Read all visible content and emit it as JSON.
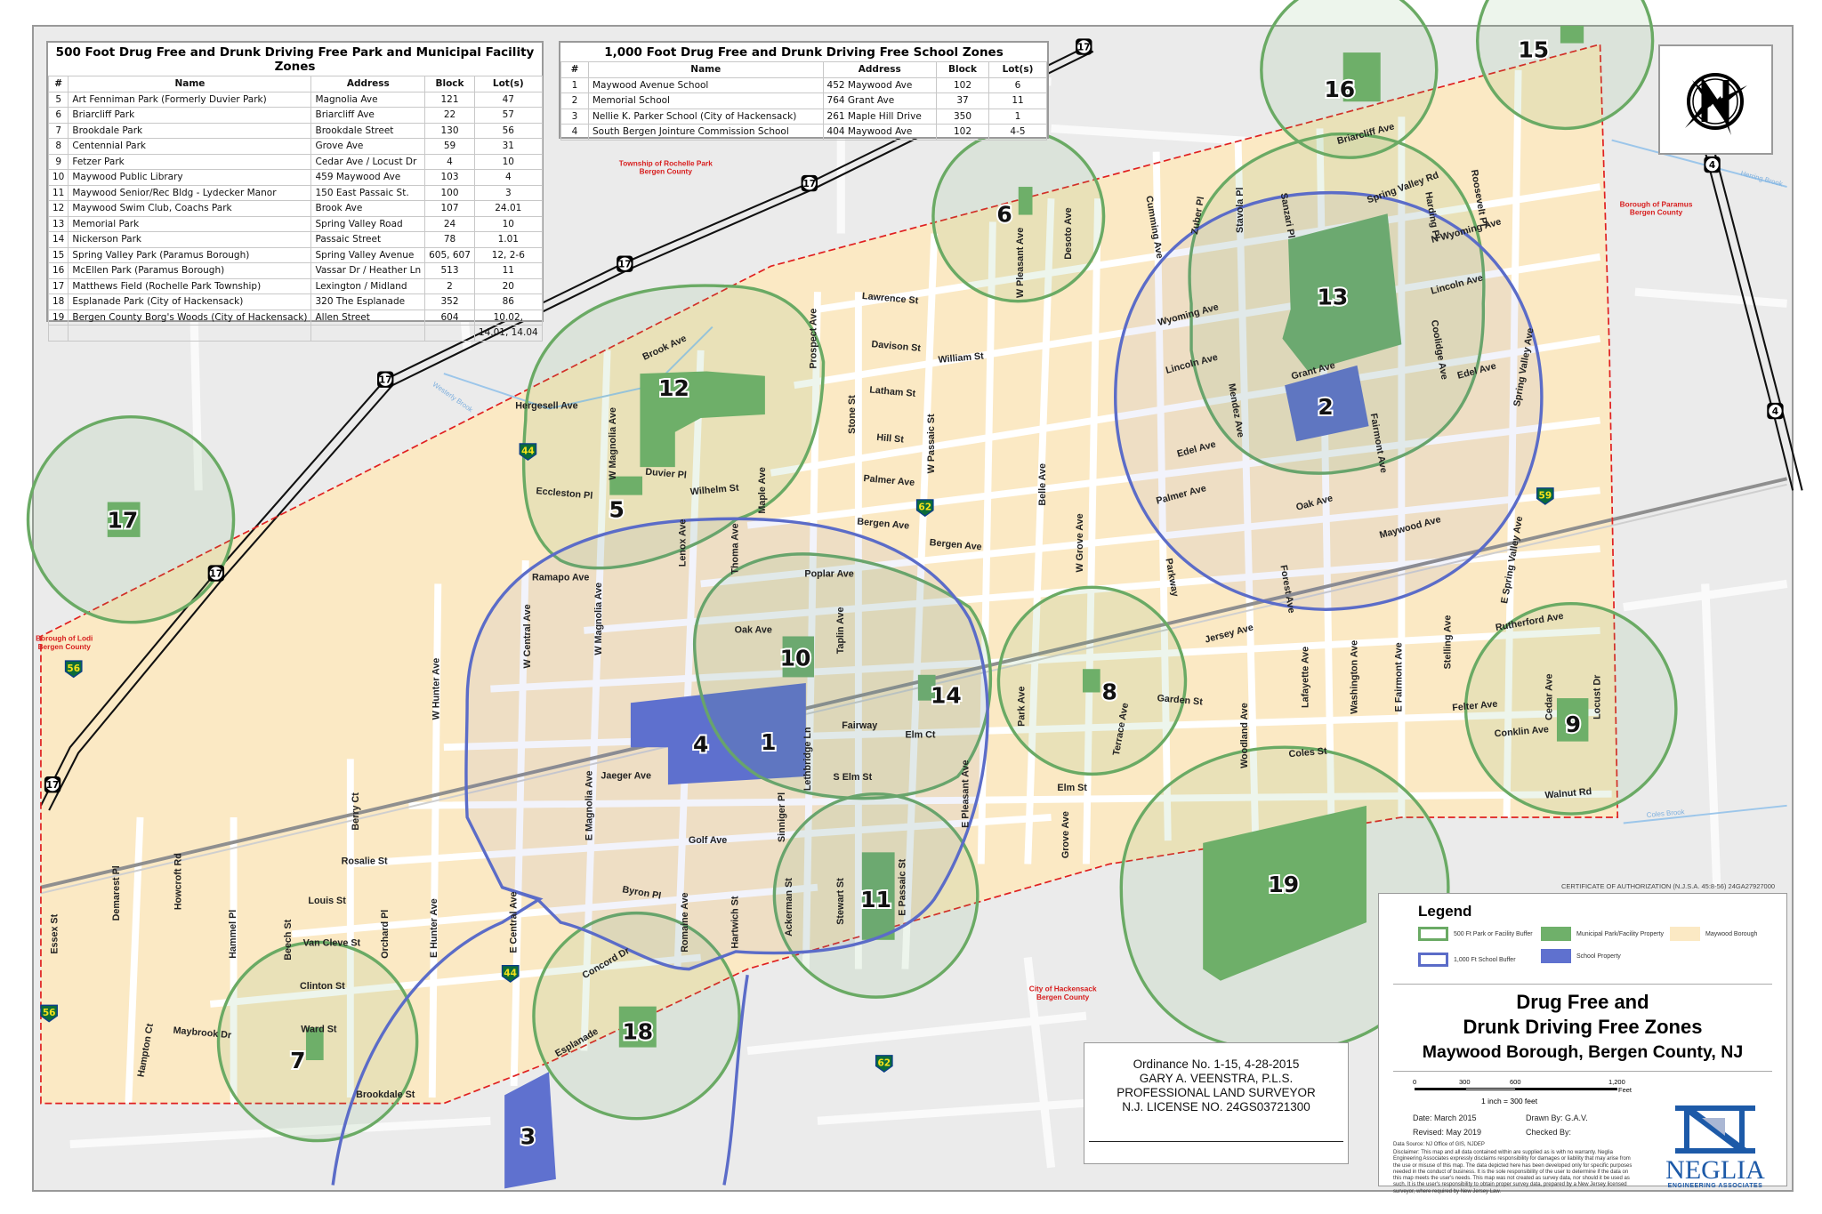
{
  "park_table": {
    "title": "500 Foot Drug Free and Drunk Driving Free Park and Municipal Facility Zones",
    "columns": [
      "#",
      "Name",
      "Address",
      "Block",
      "Lot(s)"
    ],
    "rows": [
      [
        "5",
        "Art Fenniman Park (Formerly Duvier Park)",
        "Magnolia Ave",
        "121",
        "47"
      ],
      [
        "6",
        "Briarcliff Park",
        "Briarcliff Ave",
        "22",
        "57"
      ],
      [
        "7",
        "Brookdale Park",
        "Brookdale Street",
        "130",
        "56"
      ],
      [
        "8",
        "Centennial Park",
        "Grove Ave",
        "59",
        "31"
      ],
      [
        "9",
        "Fetzer Park",
        "Cedar Ave / Locust Dr",
        "4",
        "10"
      ],
      [
        "10",
        "Maywood Public Library",
        "459 Maywood Ave",
        "103",
        "4"
      ],
      [
        "11",
        "Maywood Senior/Rec Bldg - Lydecker Manor",
        "150 East Passaic St.",
        "100",
        "3"
      ],
      [
        "12",
        "Maywood Swim Club, Coachs Park",
        "Brook Ave",
        "107",
        "24.01"
      ],
      [
        "13",
        "Memorial Park",
        "Spring Valley Road",
        "24",
        "10"
      ],
      [
        "14",
        "Nickerson Park",
        "Passaic Street",
        "78",
        "1.01"
      ],
      [
        "15",
        "Spring Valley Park (Paramus Borough)",
        "Spring Valley Avenue",
        "605, 607",
        "12, 2-6"
      ],
      [
        "16",
        "McEllen Park (Paramus Borough)",
        "Vassar Dr / Heather Ln",
        "513",
        "11"
      ],
      [
        "17",
        "Matthews Field (Rochelle Park Township)",
        "Lexington / Midland",
        "2",
        "20"
      ],
      [
        "18",
        "Esplanade Park (City of Hackensack)",
        "320 The Esplanade",
        "352",
        "86"
      ],
      [
        "19",
        "Bergen County Borg's Woods (City of Hackensack)",
        "Allen Street",
        "604",
        "10.02,"
      ],
      [
        "",
        "",
        "",
        "",
        "14.01, 14.04"
      ]
    ]
  },
  "school_table": {
    "title": "1,000 Foot Drug Free and Drunk Driving Free School Zones",
    "columns": [
      "#",
      "Name",
      "Address",
      "Block",
      "Lot(s)"
    ],
    "rows": [
      [
        "1",
        "Maywood Avenue School",
        "452 Maywood Ave",
        "102",
        "6"
      ],
      [
        "2",
        "Memorial School",
        "764 Grant Ave",
        "37",
        "11"
      ],
      [
        "3",
        "Nellie K. Parker School (City of Hackensack)",
        "261 Maple Hill Drive",
        "350",
        "1"
      ],
      [
        "4",
        "South Bergen Jointure Commission School",
        "404 Maywood Ave",
        "102",
        "4-5"
      ]
    ]
  },
  "colors": {
    "park_buffer": "#6aaa64",
    "park_property": "#6fb06a",
    "school_buffer": "#5b6cc8",
    "school_property": "#5f71cf",
    "maywood_borough": "#fbe9c4",
    "municipal_boundary": "#e02020"
  },
  "north_arrow": {
    "icon": "compass-rose-north-icon"
  },
  "municipalities": [
    {
      "name": "Township of Rochelle Park",
      "county": "Bergen County"
    },
    {
      "name": "Borough of Paramus",
      "county": "Bergen County"
    },
    {
      "name": "Borough of Lodi",
      "county": "Bergen County"
    },
    {
      "name": "City of Hackensack",
      "county": "Bergen County"
    }
  ],
  "waterways": [
    "Herring Brook",
    "Westerly Brook",
    "Coles Brook"
  ],
  "zone_numbers": [
    "1",
    "2",
    "3",
    "4",
    "5",
    "6",
    "7",
    "8",
    "9",
    "10",
    "11",
    "12",
    "13",
    "14",
    "15",
    "16",
    "17",
    "18",
    "19"
  ],
  "route_shields": [
    "17",
    "17",
    "17",
    "17",
    "17",
    "17",
    "4",
    "4",
    "44",
    "44",
    "62",
    "62",
    "56",
    "56",
    "59"
  ],
  "streets": [
    "Brook Ave",
    "Hergesell Ave",
    "W Magnolia Ave",
    "Duvier Pl",
    "Eccleston Pl",
    "Wilhelm St",
    "Maple Ave",
    "Prospect Ave",
    "Lawrence St",
    "Davison St",
    "William St",
    "Latham St",
    "Stone St",
    "Hill St",
    "W Passaic St",
    "Palmer Ave",
    "Bergen Ave",
    "Bergen Ave",
    "Belle Ave",
    "W Grove Ave",
    "W Pleasant Ave",
    "Desoto Ave",
    "Cumming Ave",
    "Zuber Pl",
    "Stavola Pl",
    "Sanzari Pl",
    "Spring Valley Rd",
    "Briarcliff Ave",
    "Harding Pl",
    "Roosevelt Pl",
    "N Wyoming Ave",
    "Lincoln Ave",
    "Wyoming Ave",
    "Lincoln Ave",
    "Grant Ave",
    "Coolidge Ave",
    "Edel Ave",
    "Mendez Ave",
    "Edel Ave",
    "Fairmont Ave",
    "Palmer Ave",
    "Oak Ave",
    "Maywood Ave",
    "Spring Valley Ave",
    "E Spring Valley Ave",
    "Parkway",
    "Forest Ave",
    "Jersey Ave",
    "Rutherford Ave",
    "Lafayette Ave",
    "Washington Ave",
    "E Fairmont Ave",
    "Stelling Ave",
    "Cedar Ave",
    "Locust Dr",
    "Felter Ave",
    "Conklin Ave",
    "Walnut Rd",
    "Coles St",
    "Garden St",
    "Terrace Ave",
    "Woodland Ave",
    "Park Ave",
    "Elm St",
    "Grove Ave",
    "E Pleasant Ave",
    "Elm Ct",
    "Fairway",
    "S Elm St",
    "Lethbridge Ln",
    "Poplar Ave",
    "Oak Ave",
    "Taplin Ave",
    "Ramapo Ave",
    "Lenox Ave",
    "Thoma Ave",
    "W Magnolia Ave",
    "W Central Ave",
    "W Hunter Ave",
    "Jaeger Ave",
    "Golf Ave",
    "Sinniger Pl",
    "E Magnolia Ave",
    "Byron Pl",
    "Romaine Ave",
    "Hartwich St",
    "Ackerman St",
    "Stewart St",
    "E Passaic St",
    "Concord Dr",
    "Esplanade",
    "Brookdale St",
    "E Central Ave",
    "E Hunter Ave",
    "Berry Ct",
    "Rosalie St",
    "Louis St",
    "Van Cleve St",
    "Clinton St",
    "Ward St",
    "Maybrook Dr",
    "Orchard Pl",
    "Beech St",
    "Hammel Pl",
    "Howcroft Rd",
    "Demarest Pl",
    "Essex St",
    "Hampton Ct"
  ],
  "certificate": "CERTIFICATE OF AUTHORIZATION (N.J.S.A. 45:8-56) 24GA27927000",
  "ordinance": {
    "line1": "Ordinance No. 1-15, 4-28-2015",
    "line2": "GARY A. VEENSTRA, P.L.S.",
    "line3": "PROFESSIONAL LAND SURVEYOR",
    "line4": "N.J. LICENSE NO. 24GS03721300"
  },
  "legend": {
    "title": "Legend",
    "items": [
      {
        "label": "500 Ft Park or Facility Buffer",
        "symbol": "green-outline"
      },
      {
        "label": "Municipal Park/Facility Property",
        "symbol": "green-fill"
      },
      {
        "label": "Maywood Borough",
        "symbol": "tan-fill"
      },
      {
        "label": "1,000 Ft School Buffer",
        "symbol": "blue-outline"
      },
      {
        "label": "School Property",
        "symbol": "blue-fill"
      }
    ]
  },
  "title": {
    "line1": "Drug Free and",
    "line2": "Drunk Driving Free Zones",
    "line3": "Maywood Borough, Bergen County, NJ"
  },
  "scale_bar": {
    "ticks": [
      "0",
      "300",
      "600",
      "1,200"
    ],
    "unit": "Feet",
    "ratio": "1 inch = 300 feet"
  },
  "info": {
    "date": "Date: March 2015",
    "revised": "Revised: May 2019",
    "drawn_by": "Drawn By: G.A.V.",
    "checked_by": "Checked By:",
    "data_source": "Data Source: NJ Office of GIS, NJDEP",
    "disclaimer": "Disclaimer: This map and all data contained within are supplied as is with no warranty. Neglia Engineering Associates expressly disclaims responsibility for damages or liability that may arise from the use or misuse of this map. The data depicted here has been developed only for specific purposes needed in the conduct of business. It is the sole responsibility of the user to determine if the data on this map meets the user's needs. This map was not created as survey data, nor should it be used as such. It is the user's responsibility to obtain proper survey data, prepared by a New Jersey licensed surveyor, where required by New Jersey Law."
  },
  "logo": {
    "name": "NEGLIA",
    "subtitle": "ENGINEERING ASSOCIATES"
  }
}
